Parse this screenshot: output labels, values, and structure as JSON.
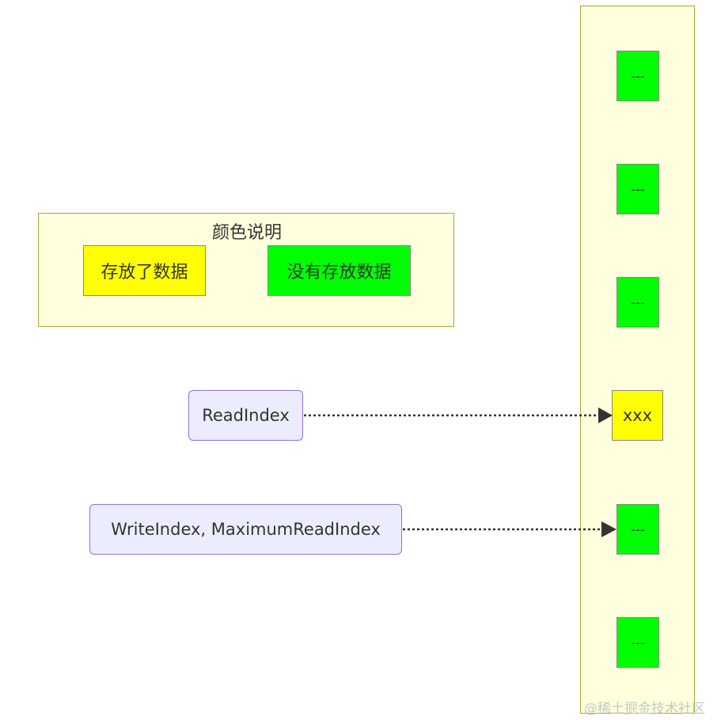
{
  "legend": {
    "title": "颜色说明",
    "stored_label": "存放了数据",
    "empty_label": "没有存放数据"
  },
  "indices": {
    "read_label": "ReadIndex",
    "write_label": "WriteIndex, MaximumReadIndex"
  },
  "queue": {
    "cells": [
      {
        "label": "---",
        "state": "empty"
      },
      {
        "label": "---",
        "state": "empty"
      },
      {
        "label": "---",
        "state": "empty"
      },
      {
        "label": "xxx",
        "state": "stored"
      },
      {
        "label": "---",
        "state": "empty"
      },
      {
        "label": "---",
        "state": "empty"
      }
    ]
  },
  "colors": {
    "stored": "#ffff00",
    "empty": "#00ff00",
    "cluster_fill": "#ffffde",
    "cluster_border": "#aaaa33",
    "index_fill": "#ececff",
    "index_border": "#9370db"
  },
  "watermark": "@稀土掘金技术社区"
}
